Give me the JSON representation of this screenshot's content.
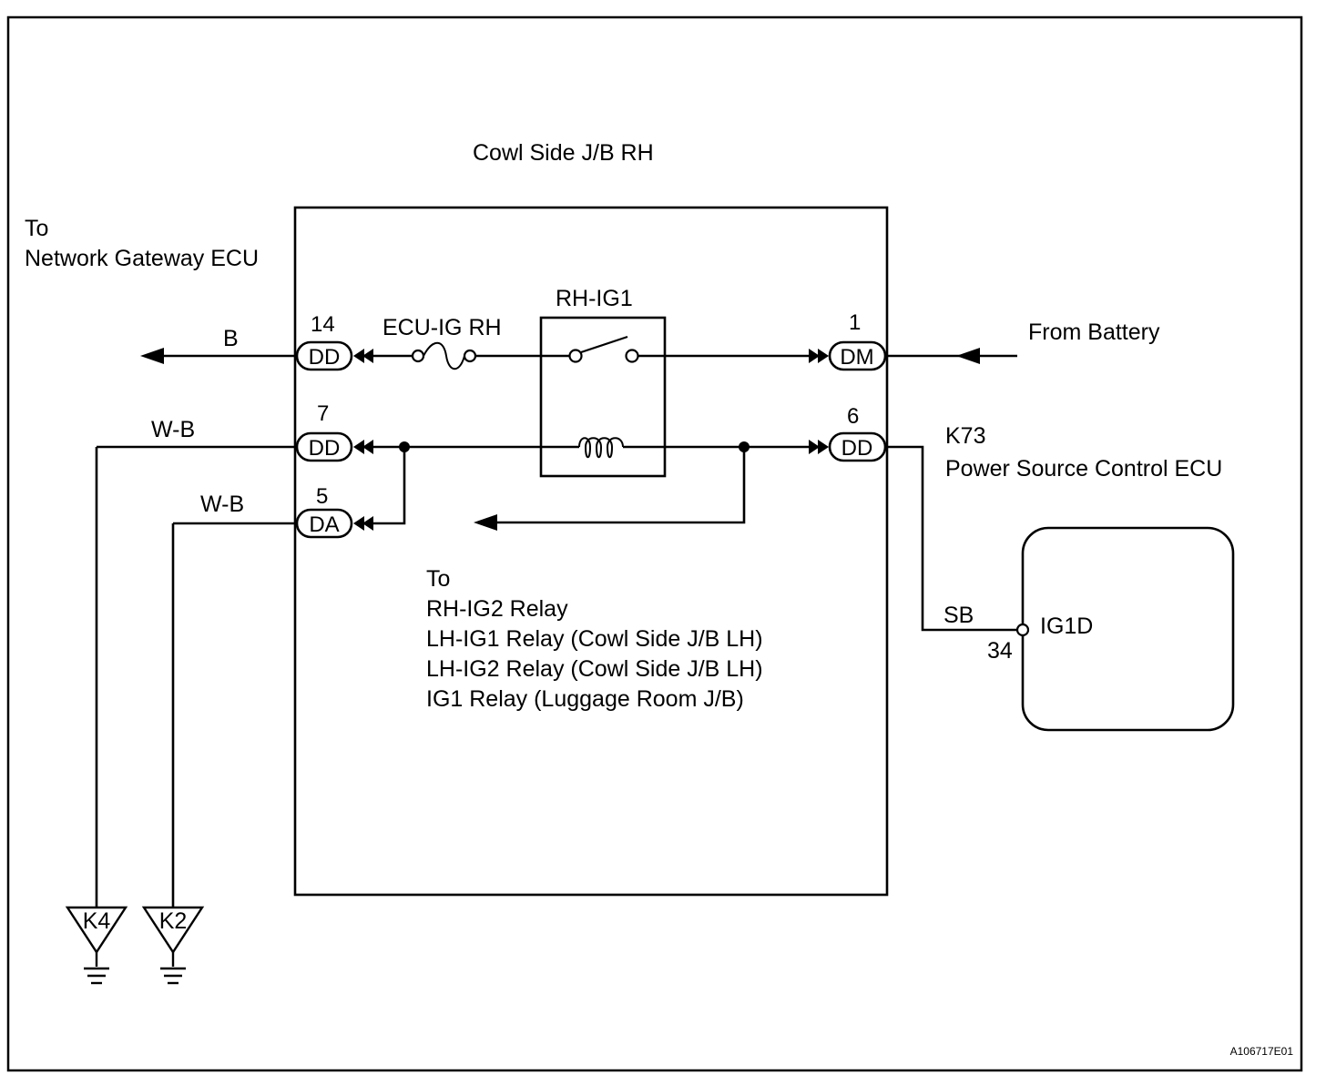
{
  "title": "Cowl Side J/B RH",
  "relay": {
    "name": "RH-IG1"
  },
  "fuse": {
    "name": "ECU-IG RH"
  },
  "destinations": {
    "network_gateway": [
      "To",
      "Network Gateway ECU"
    ],
    "battery": "From Battery",
    "other_relays": [
      "To",
      "RH-IG2 Relay",
      "LH-IG1 Relay (Cowl Side J/B LH)",
      "LH-IG2 Relay (Cowl Side J/B LH)",
      "IG1 Relay (Luggage Room J/B)"
    ]
  },
  "connectors": {
    "dd14": {
      "pin": "14",
      "code": "DD"
    },
    "dm1": {
      "pin": "1",
      "code": "DM"
    },
    "dd7": {
      "pin": "7",
      "code": "DD"
    },
    "dd6": {
      "pin": "6",
      "code": "DD"
    },
    "da5": {
      "pin": "5",
      "code": "DA"
    }
  },
  "wires": {
    "b": "B",
    "wb1": "W-B",
    "wb2": "W-B",
    "sb": "SB"
  },
  "ecu": {
    "code": "K73",
    "name": "Power Source Control ECU",
    "terminal": "IG1D",
    "pin": "34"
  },
  "grounds": [
    "K4",
    "K2"
  ],
  "figure_id": "A106717E01"
}
